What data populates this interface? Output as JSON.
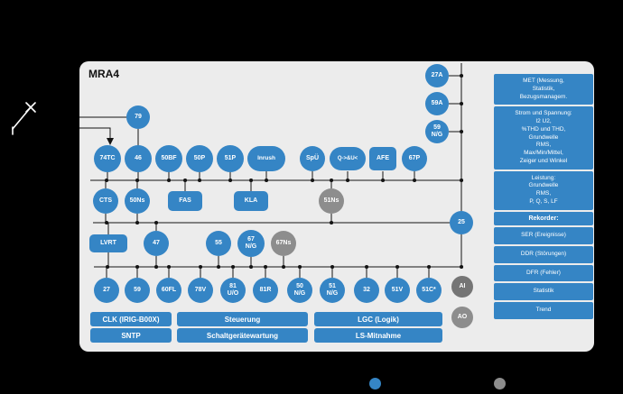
{
  "title": "MRA4",
  "nodes": {
    "b79": "79",
    "n74TC": "74TC",
    "n46": "46",
    "n50BF": "50BF",
    "n50P": "50P",
    "n51P": "51P",
    "inrush": "Inrush",
    "spue": "SpÜ",
    "qu": "Q->&U<",
    "afe": "AFE",
    "n67P": "67P",
    "n27A": "27A",
    "n59A": "59A",
    "n59NG": "59\nN/G",
    "cts": "CTS",
    "n50Ns": "50Ns",
    "fas": "FAS",
    "kla": "KLA",
    "n51Ns": "51Ns",
    "lvrt": "LVRT",
    "n47": "47",
    "n55": "55",
    "n67NG": "67\nN/G",
    "n67Ns": "67Ns",
    "n25": "25",
    "n27": "27",
    "n59": "59",
    "n60FL": "60FL",
    "n78V": "78V",
    "n81UO": "81\nU/O",
    "n81R": "81R",
    "n50NG": "50\nN/G",
    "n51NG": "51\nN/G",
    "n32": "32",
    "n51V": "51V",
    "n51C": "51C*",
    "ai": "AI",
    "ao": "AO"
  },
  "boxes": {
    "clk": "CLK (IRIG-B00X)",
    "sntp": "SNTP",
    "steuerung": "Steuerung",
    "wartung": "Schaltgerätewartung",
    "lgc": "LGC (Logik)",
    "ls": "LS-Mitnahme"
  },
  "sidebar": {
    "met": "MET (Messung,\nStatistik,\nBezugsmanagem.",
    "strom": "Strom und Spannung:\nI2 U2,\n%THD und THD,\nGrundwelle\nRMS,\nMax/Min/Mittel,\nZeiger und Winkel",
    "leistung": "Leistung:\nGrundwelle\nRMS,\nP, Q, S, LF",
    "rekorder_header": "Rekorder:",
    "rekorder_items": [
      "SER (Ereignisse)",
      "DDR (Störungen)",
      "DFR (Fehler)",
      "Statistik",
      "Trend"
    ]
  },
  "colors": {
    "protection_blue": "#3585c5",
    "supervision_gray": "#8d8d8d",
    "panel_gray": "#ececec"
  }
}
